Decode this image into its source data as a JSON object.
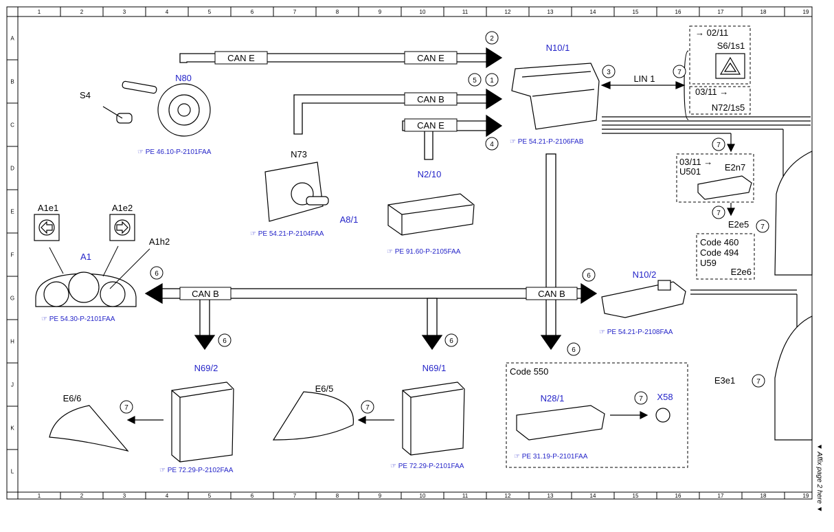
{
  "columns": [
    "1",
    "2",
    "3",
    "4",
    "5",
    "6",
    "7",
    "8",
    "9",
    "10",
    "11",
    "12",
    "13",
    "14",
    "15",
    "16",
    "17",
    "18",
    "19"
  ],
  "rows": [
    "A",
    "B",
    "C",
    "D",
    "E",
    "F",
    "G",
    "H",
    "J",
    "K",
    "L"
  ],
  "bus_labels": {
    "can_e_top_left": "CAN E",
    "can_e_top_right": "CAN E",
    "can_b_n10": "CAN B",
    "can_e_n2": "CAN E",
    "lin": "LIN 1",
    "can_b_left": "CAN B",
    "can_b_right": "CAN B"
  },
  "components": {
    "n80": "N80",
    "s4": "S4",
    "n10_1": "N10/1",
    "n73": "N73",
    "a8_1": "A8/1",
    "n2_10": "N2/10",
    "a1e1": "A1e1",
    "a1e2": "A1e2",
    "a1h2": "A1h2",
    "a1": "A1",
    "n10_2": "N10/2",
    "n69_2": "N69/2",
    "n69_1": "N69/1",
    "e6_6": "E6/6",
    "e6_5": "E6/5",
    "n28_1": "N28/1",
    "x58": "X58",
    "code550": "Code 550",
    "e3e1": "E3e1",
    "e2e5": "E2e5",
    "e2n7": "E2n7",
    "u501": "U501",
    "s6_1s1": "S6/1s1",
    "n72_1s5": "N72/1s5"
  },
  "notes": {
    "date_0211": "02/11",
    "date_0311_a": "03/11",
    "date_0311_b": "03/11",
    "codes_460": "Code 460",
    "codes_494": "Code 494",
    "codes_u59": "U59",
    "e2e6": "E2e6"
  },
  "refs": {
    "n80": "PE 46.10-P-2101FAA",
    "n10_1": "PE 54.21-P-2106FAB",
    "a8_1": "PE 54.21-P-2104FAA",
    "n2_10": "PE 91.60-P-2105FAA",
    "a1": "PE 54.30-P-2101FAA",
    "n10_2": "PE 54.21-P-2108FAA",
    "n69_2": "PE 72.29-P-2102FAA",
    "n69_1": "PE 72.29-P-2101FAA",
    "n28_1": "PE 31.19-P-2101FAA"
  },
  "circled": {
    "c2": "2",
    "c5": "5",
    "c1": "1",
    "c4": "4",
    "c3": "3",
    "c7a": "7",
    "c7b": "7",
    "c7c": "7",
    "c7d": "7",
    "c6a": "6",
    "c6b": "6",
    "c6c": "6",
    "c6d": "6",
    "c6e": "6",
    "c7e": "7",
    "c7f": "7",
    "c7g": "7",
    "c7h": "7"
  },
  "margin_note": "▼ Affix page 2 here ▼"
}
